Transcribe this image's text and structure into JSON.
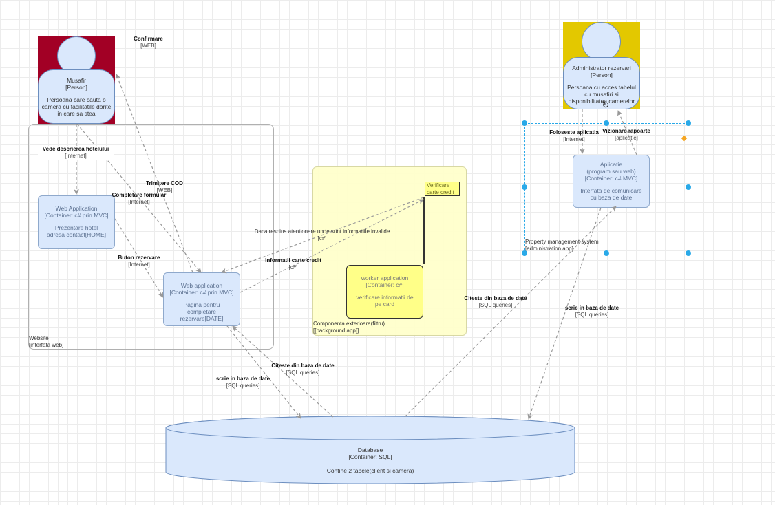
{
  "colors": {
    "musafir_bg": "#a20025",
    "admin_bg": "#e3c800",
    "container_fill": "#dae8fc",
    "worker_fill": "#ffff88",
    "external_fill": "#ffffcc",
    "selection": "#29a9e8",
    "edge": "#999999"
  },
  "musafir": {
    "name": "Musafir",
    "type": "[Person]",
    "description": "Persoana care cauta o camera cu facilitatile dorite in care sa stea"
  },
  "admin": {
    "name": "Administrator rezervari",
    "type": "[Person]",
    "description": "Persoana cu acces tabelul cu musafiri si disponibilitatea camerelor"
  },
  "website": {
    "title": "Website",
    "subtitle": "[interfata web]"
  },
  "web_app_home": {
    "name": "Web Application",
    "type": "[Container: c# prin MVC]",
    "description": "Prezentare hotel adresa contact[HOME]"
  },
  "web_app_rezervare": {
    "name": "Web application",
    "type": "[Container: c# prin MVC]",
    "description": "Pagina pentru completare rezervare[DATE]"
  },
  "external": {
    "title": "Componenta exterioara(filtru)",
    "subtitle": "[[background app]]"
  },
  "verificare": {
    "text": "Verificare carte credit"
  },
  "worker": {
    "name": "worker application",
    "type": "[Container: c#]",
    "description": "verificare informatii de pe card"
  },
  "pms": {
    "title": "Property management system",
    "subtitle": "[administration app]"
  },
  "aplicatie": {
    "name": "Aplicatie",
    "subname": "(program sau web)",
    "type": "[Container: c# MVC]",
    "description": "Interfata de comunicare cu baza de date"
  },
  "database": {
    "name": "Database",
    "type": "[Container: SQL]",
    "description": "Contine 2 tabele(client si camera)"
  },
  "edges": {
    "confirmare": {
      "label": "Confirmare",
      "tech": "[WEB]"
    },
    "vede": {
      "label": "Vede descrierea hotelului",
      "tech": "[Internet]"
    },
    "trimitere": {
      "label": "Trimitere COD",
      "tech": "[WEB]"
    },
    "completare": {
      "label": "Completare formular",
      "tech": "[Internet]"
    },
    "buton": {
      "label": "Buton rezervare",
      "tech": "[Internet]"
    },
    "respins": {
      "label": "Daca respins atentionare unde sunt informatiile invalide",
      "tech": "[c#]"
    },
    "informatii": {
      "label": "Informatii carte credit",
      "tech": "[c#]"
    },
    "scrie_left": {
      "label": "scrie in baza de date",
      "tech": "[SQL queries]"
    },
    "citeste_left": {
      "label": "Citeste din baza de date",
      "tech": "[SQL queries]"
    },
    "citeste_right": {
      "label": "Citeste din baza de date",
      "tech": "[SQL queries]"
    },
    "scrie_right": {
      "label": "scrie in baza de date",
      "tech": "[SQL queries]"
    },
    "foloseste": {
      "label": "Foloseste aplicatia",
      "tech": "[Internet]"
    },
    "vizionare": {
      "label": "Vizionare rapoarte",
      "tech": "[aplicatie]"
    }
  }
}
